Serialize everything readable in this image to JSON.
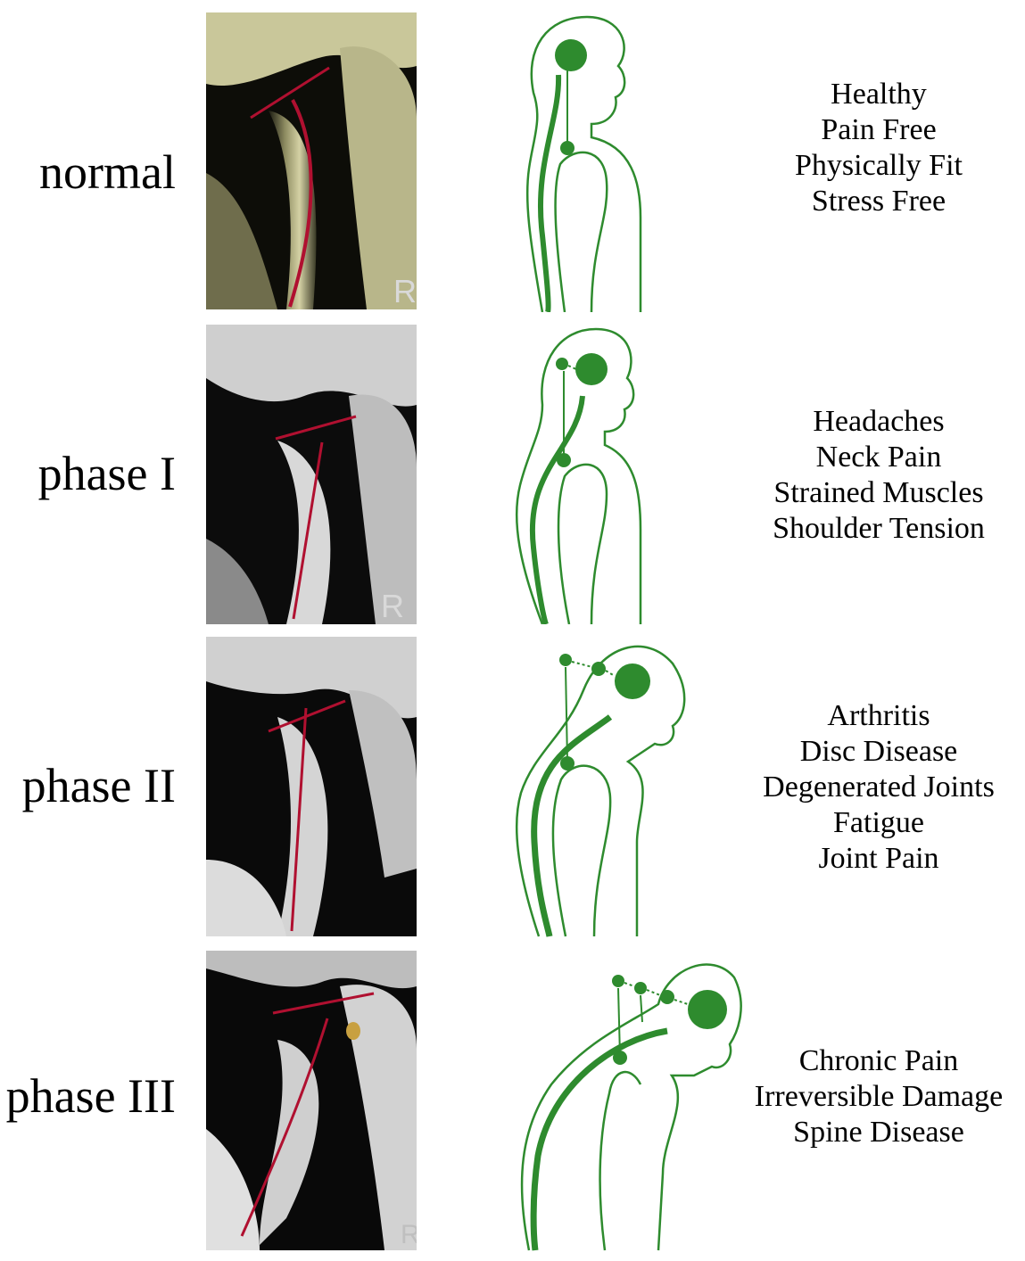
{
  "phases": [
    {
      "label": "normal",
      "xray_marker": "R",
      "symptoms": [
        "Healthy",
        "Pain Free",
        "Physically Fit",
        "Stress Free"
      ]
    },
    {
      "label": "phase I",
      "xray_marker": "R",
      "symptoms": [
        "Headaches",
        "Neck Pain",
        "Strained Muscles",
        "Shoulder Tension"
      ]
    },
    {
      "label": "phase II",
      "xray_marker": "",
      "symptoms": [
        "Arthritis",
        "Disc Disease",
        "Degenerated Joints",
        "Fatigue",
        "Joint Pain"
      ]
    },
    {
      "label": "phase III",
      "xray_marker": "R",
      "symptoms": [
        "Chronic Pain",
        "Irreversible Damage",
        "Spine Disease"
      ]
    }
  ],
  "colors": {
    "figure_green": "#2e8b2e",
    "spine_line_red": "#b01030",
    "xray_tint_normal": "#c9c79a",
    "xray_tint_gray": "#d8d8d8"
  }
}
